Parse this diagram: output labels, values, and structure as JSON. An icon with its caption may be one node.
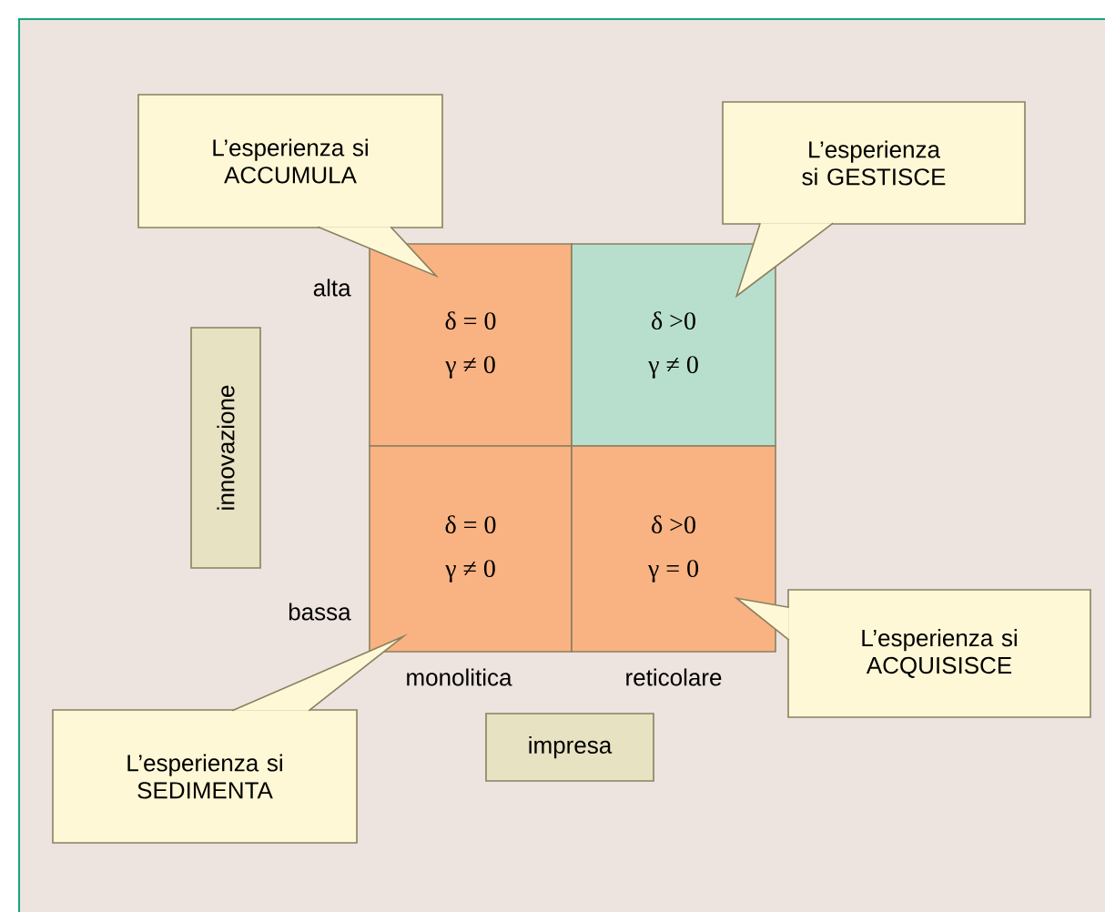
{
  "diagram": {
    "nodes": [
      {
        "text": [
          "L’esperienza si ACCUMULA"
        ]
      },
      {
        "text": [
          "L’esperienza si GESTISCE"
        ]
      },
      {
        "text": [
          "δ = 0",
          "γ ≠ 0"
        ]
      },
      {
        "text": [
          "δ >0",
          "γ ≠ 0"
        ]
      },
      {
        "text": [
          "innovazione"
        ]
      },
      {
        "text": [
          "δ = 0",
          "γ ≠ 0"
        ]
      },
      {
        "text": [
          "δ >0",
          "γ = 0"
        ]
      },
      {
        "text": [
          "L’esperienza si ACQUISISCE"
        ]
      },
      {
        "text": [
          "L’esperienza si SEDIMENTA"
        ]
      },
      {
        "text": [
          "impresa"
        ]
      }
    ],
    "labels": [
      "alta",
      "bassa",
      "monolitica",
      "reticolare"
    ]
  }
}
